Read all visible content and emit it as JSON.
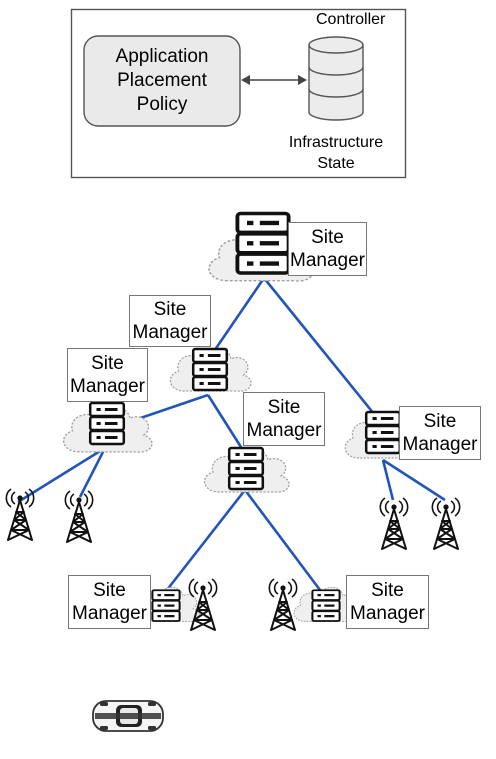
{
  "controller": {
    "title": "Controller",
    "policy": [
      "Application",
      "Placement",
      "Policy"
    ],
    "state": [
      "Infrastructure",
      "State"
    ]
  },
  "site_manager": [
    "Site",
    "Manager"
  ],
  "colors": {
    "link": "#2255b8",
    "cloud_fill": "#eeeeee",
    "cloud_stroke": "#999999",
    "box_border": "#666666"
  }
}
